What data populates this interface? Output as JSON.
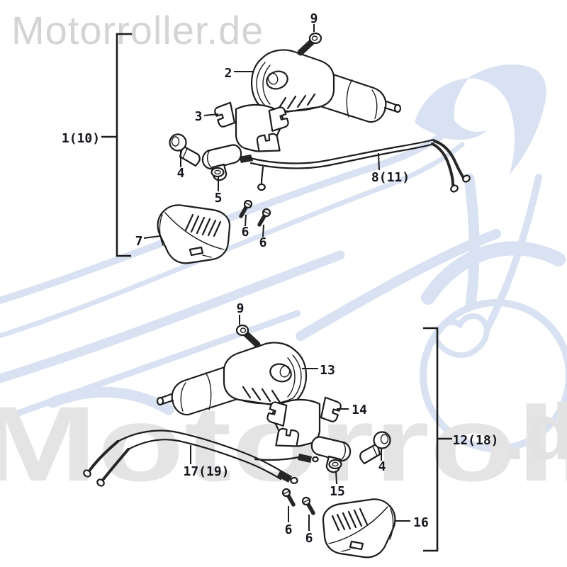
{
  "watermarks": {
    "header": "Motorroller.de",
    "big_text": "Motorroller",
    "big_suffix": ".de"
  },
  "colors": {
    "line_art": "#1c1c1c",
    "label_text": "#15151d",
    "watermark_gray_header": "#d4d4d4",
    "watermark_gray_big": "#e4e4e4",
    "watermark_blue": "#d9e2f2"
  },
  "labels": [
    {
      "id": "screw-top-upper",
      "text": "9"
    },
    {
      "id": "housing-upper",
      "text": "2"
    },
    {
      "id": "gasket-upper",
      "text": "3"
    },
    {
      "id": "assembly-upper",
      "text": "1(10)"
    },
    {
      "id": "bulb-upper",
      "text": "4"
    },
    {
      "id": "socket-upper",
      "text": "5"
    },
    {
      "id": "wire-upper",
      "text": "8(11)"
    },
    {
      "id": "screw-a-upper",
      "text": "6"
    },
    {
      "id": "screw-b-upper",
      "text": "6"
    },
    {
      "id": "lens-upper",
      "text": "7"
    },
    {
      "id": "screw-top-lower",
      "text": "9"
    },
    {
      "id": "housing-lower",
      "text": "13"
    },
    {
      "id": "gasket-lower",
      "text": "14"
    },
    {
      "id": "assembly-lower",
      "text": "12(18)"
    },
    {
      "id": "wire-lower",
      "text": "17(19)"
    },
    {
      "id": "bulb-lower",
      "text": "4"
    },
    {
      "id": "socket-lower",
      "text": "15"
    },
    {
      "id": "screw-a-lower",
      "text": "6"
    },
    {
      "id": "screw-b-lower",
      "text": "6"
    },
    {
      "id": "lens-lower",
      "text": "16"
    }
  ]
}
